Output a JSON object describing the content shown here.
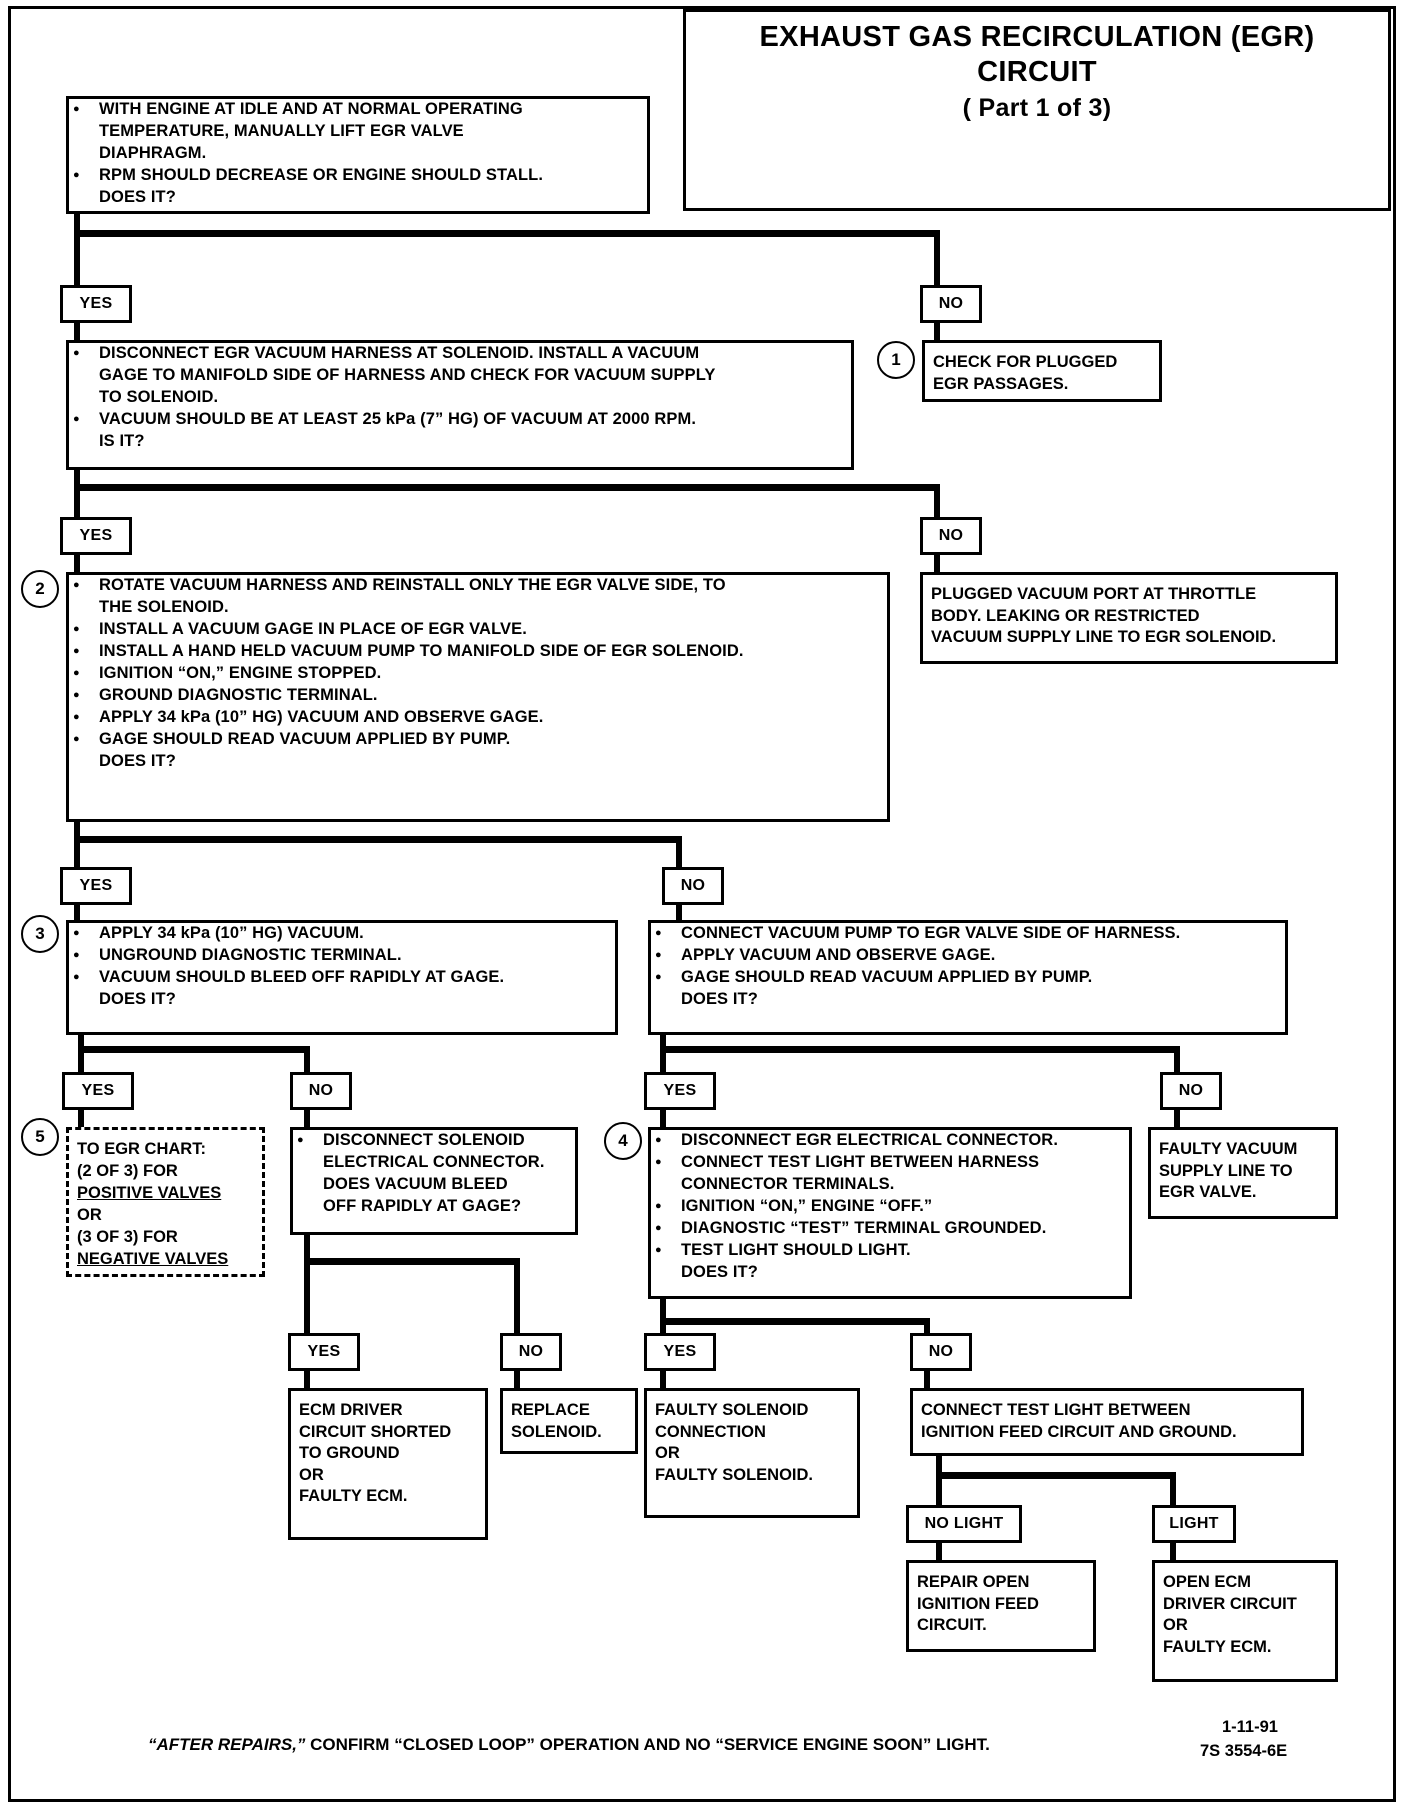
{
  "title": {
    "line1": "EXHAUST GAS RECIRCULATION (EGR)",
    "line2": "CIRCUIT",
    "line3": "( Part  1 of 3)"
  },
  "labels": {
    "yes": "YES",
    "no": "NO",
    "no_light": "NO LIGHT",
    "light": "LIGHT"
  },
  "markers": {
    "m1": "1",
    "m2": "2",
    "m3": "3",
    "m4": "4",
    "m5": "5"
  },
  "step1": {
    "bullets": [
      "WITH ENGINE AT IDLE AND AT NORMAL OPERATING",
      "TEMPERATURE, MANUALLY LIFT EGR VALVE",
      "DIAPHRAGM.",
      "RPM SHOULD DECREASE OR ENGINE SHOULD STALL.",
      "DOES IT?"
    ]
  },
  "step1_no": {
    "lines": [
      "CHECK FOR PLUGGED",
      "EGR PASSAGES."
    ]
  },
  "step2": {
    "bullets": [
      "DISCONNECT EGR VACUUM HARNESS AT SOLENOID.  INSTALL A VACUUM",
      "GAGE TO MANIFOLD SIDE OF HARNESS AND CHECK FOR VACUUM SUPPLY",
      "TO SOLENOID.",
      "VACUUM SHOULD BE AT LEAST 25 kPa (7” HG) OF VACUUM AT 2000 RPM.",
      "IS IT?"
    ]
  },
  "step2_no": {
    "lines": [
      "PLUGGED VACUUM PORT AT THROTTLE",
      "BODY.  LEAKING OR RESTRICTED",
      "VACUUM SUPPLY LINE TO EGR SOLENOID."
    ]
  },
  "step3": {
    "bullets": [
      "ROTATE VACUUM HARNESS AND REINSTALL ONLY THE EGR VALVE SIDE, TO",
      "THE SOLENOID.",
      "INSTALL A VACUUM GAGE IN PLACE OF EGR VALVE.",
      "INSTALL A HAND HELD VACUUM PUMP TO MANIFOLD SIDE OF EGR SOLENOID.",
      "IGNITION “ON,” ENGINE STOPPED.",
      "GROUND DIAGNOSTIC TERMINAL.",
      "APPLY 34 kPa (10” HG) VACUUM AND OBSERVE GAGE.",
      "GAGE SHOULD READ VACUUM APPLIED BY PUMP.",
      "DOES IT?"
    ]
  },
  "step4_left": {
    "bullets": [
      "APPLY 34 kPa (10” HG) VACUUM.",
      "UNGROUND DIAGNOSTIC TERMINAL.",
      " VACUUM SHOULD BLEED OFF RAPIDLY AT GAGE.",
      "DOES IT?"
    ]
  },
  "step4_right": {
    "bullets": [
      "CONNECT VACUUM PUMP TO EGR VALVE SIDE OF HARNESS.",
      "APPLY VACUUM AND OBSERVE GAGE.",
      "GAGE SHOULD READ VACUUM APPLIED BY PUMP.",
      "DOES IT?"
    ]
  },
  "step5_chart_ref": {
    "line1": "TO EGR CHART:",
    "line2": "(2 OF 3) FOR",
    "line3": "POSITIVE VALVES",
    "line4": "OR",
    "line5": "(3 OF 3) FOR",
    "line6": "NEGATIVE VALVES"
  },
  "solenoid_disconnect": {
    "bullets": [
      "DISCONNECT SOLENOID",
      "ELECTRICAL CONNECTOR.",
      "DOES VACUUM BLEED",
      "OFF RAPIDLY AT GAGE?"
    ]
  },
  "step4_box": {
    "bullets": [
      "DISCONNECT EGR ELECTRICAL CONNECTOR.",
      "CONNECT TEST LIGHT BETWEEN HARNESS",
      "CONNECTOR TERMINALS.",
      "IGNITION “ON,” ENGINE “OFF.”",
      "DIAGNOSTIC “TEST” TERMINAL GROUNDED.",
      "TEST LIGHT SHOULD LIGHT.",
      "DOES IT?"
    ]
  },
  "faulty_vacuum_line": {
    "lines": [
      "FAULTY VACUUM",
      "SUPPLY LINE TO",
      "EGR VALVE."
    ]
  },
  "ecm_driver_shorted": {
    "lines": [
      "ECM DRIVER",
      "CIRCUIT SHORTED",
      "TO GROUND",
      "OR",
      "FAULTY ECM."
    ]
  },
  "replace_solenoid": {
    "lines": [
      "REPLACE",
      "SOLENOID."
    ]
  },
  "faulty_solenoid_conn": {
    "lines": [
      "FAULTY SOLENOID",
      "CONNECTION",
      "OR",
      "FAULTY  SOLENOID."
    ]
  },
  "connect_test_light": {
    "lines": [
      "CONNECT TEST LIGHT BETWEEN",
      "IGNITION FEED CIRCUIT AND GROUND."
    ]
  },
  "repair_open_ignition": {
    "lines": [
      "REPAIR OPEN",
      "IGNITION FEED",
      "CIRCUIT."
    ]
  },
  "open_ecm_driver": {
    "lines": [
      "OPEN ECM",
      "DRIVER CIRCUIT",
      "OR",
      "FAULTY ECM."
    ]
  },
  "footer": {
    "note_lead": "“AFTER REPAIRS,”",
    "note_rest": " CONFIRM “CLOSED LOOP” OPERATION AND NO “SERVICE ENGINE SOON” LIGHT.",
    "date": "1-11-91",
    "partno": "7S 3554-6E"
  }
}
